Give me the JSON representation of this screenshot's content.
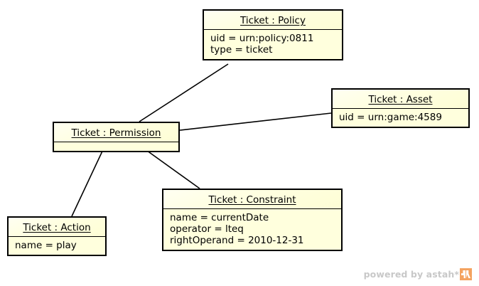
{
  "diagram": {
    "type": "uml-object-diagram",
    "background_color": "#ffffff",
    "node_fill_color": "#ffffdd",
    "node_border_color": "#000000",
    "link_color": "#000000",
    "nodes": [
      {
        "id": "policy",
        "title": "Ticket : Policy",
        "attributes": [
          "uid = urn:policy:0811",
          "type = ticket"
        ]
      },
      {
        "id": "asset",
        "title": "Ticket : Asset",
        "attributes": [
          "uid = urn:game:4589"
        ]
      },
      {
        "id": "permission",
        "title": "Ticket : Permission",
        "attributes": []
      },
      {
        "id": "constraint",
        "title": "Ticket : Constraint",
        "attributes": [
          "name = currentDate",
          "operator = lteq",
          "rightOperand = 2010-12-31"
        ]
      },
      {
        "id": "action",
        "title": "Ticket : Action",
        "attributes": [
          "name = play"
        ]
      }
    ],
    "links": [
      {
        "id": "link-policy-permission",
        "from": "policy",
        "to": "permission"
      },
      {
        "id": "link-permission-asset",
        "from": "permission",
        "to": "asset"
      },
      {
        "id": "link-permission-constraint",
        "from": "permission",
        "to": "constraint"
      },
      {
        "id": "link-permission-action",
        "from": "permission",
        "to": "action"
      }
    ]
  },
  "watermark": {
    "text": "powered by astah*",
    "logo_color": "#f4a360",
    "text_color": "#c8c8c8"
  }
}
